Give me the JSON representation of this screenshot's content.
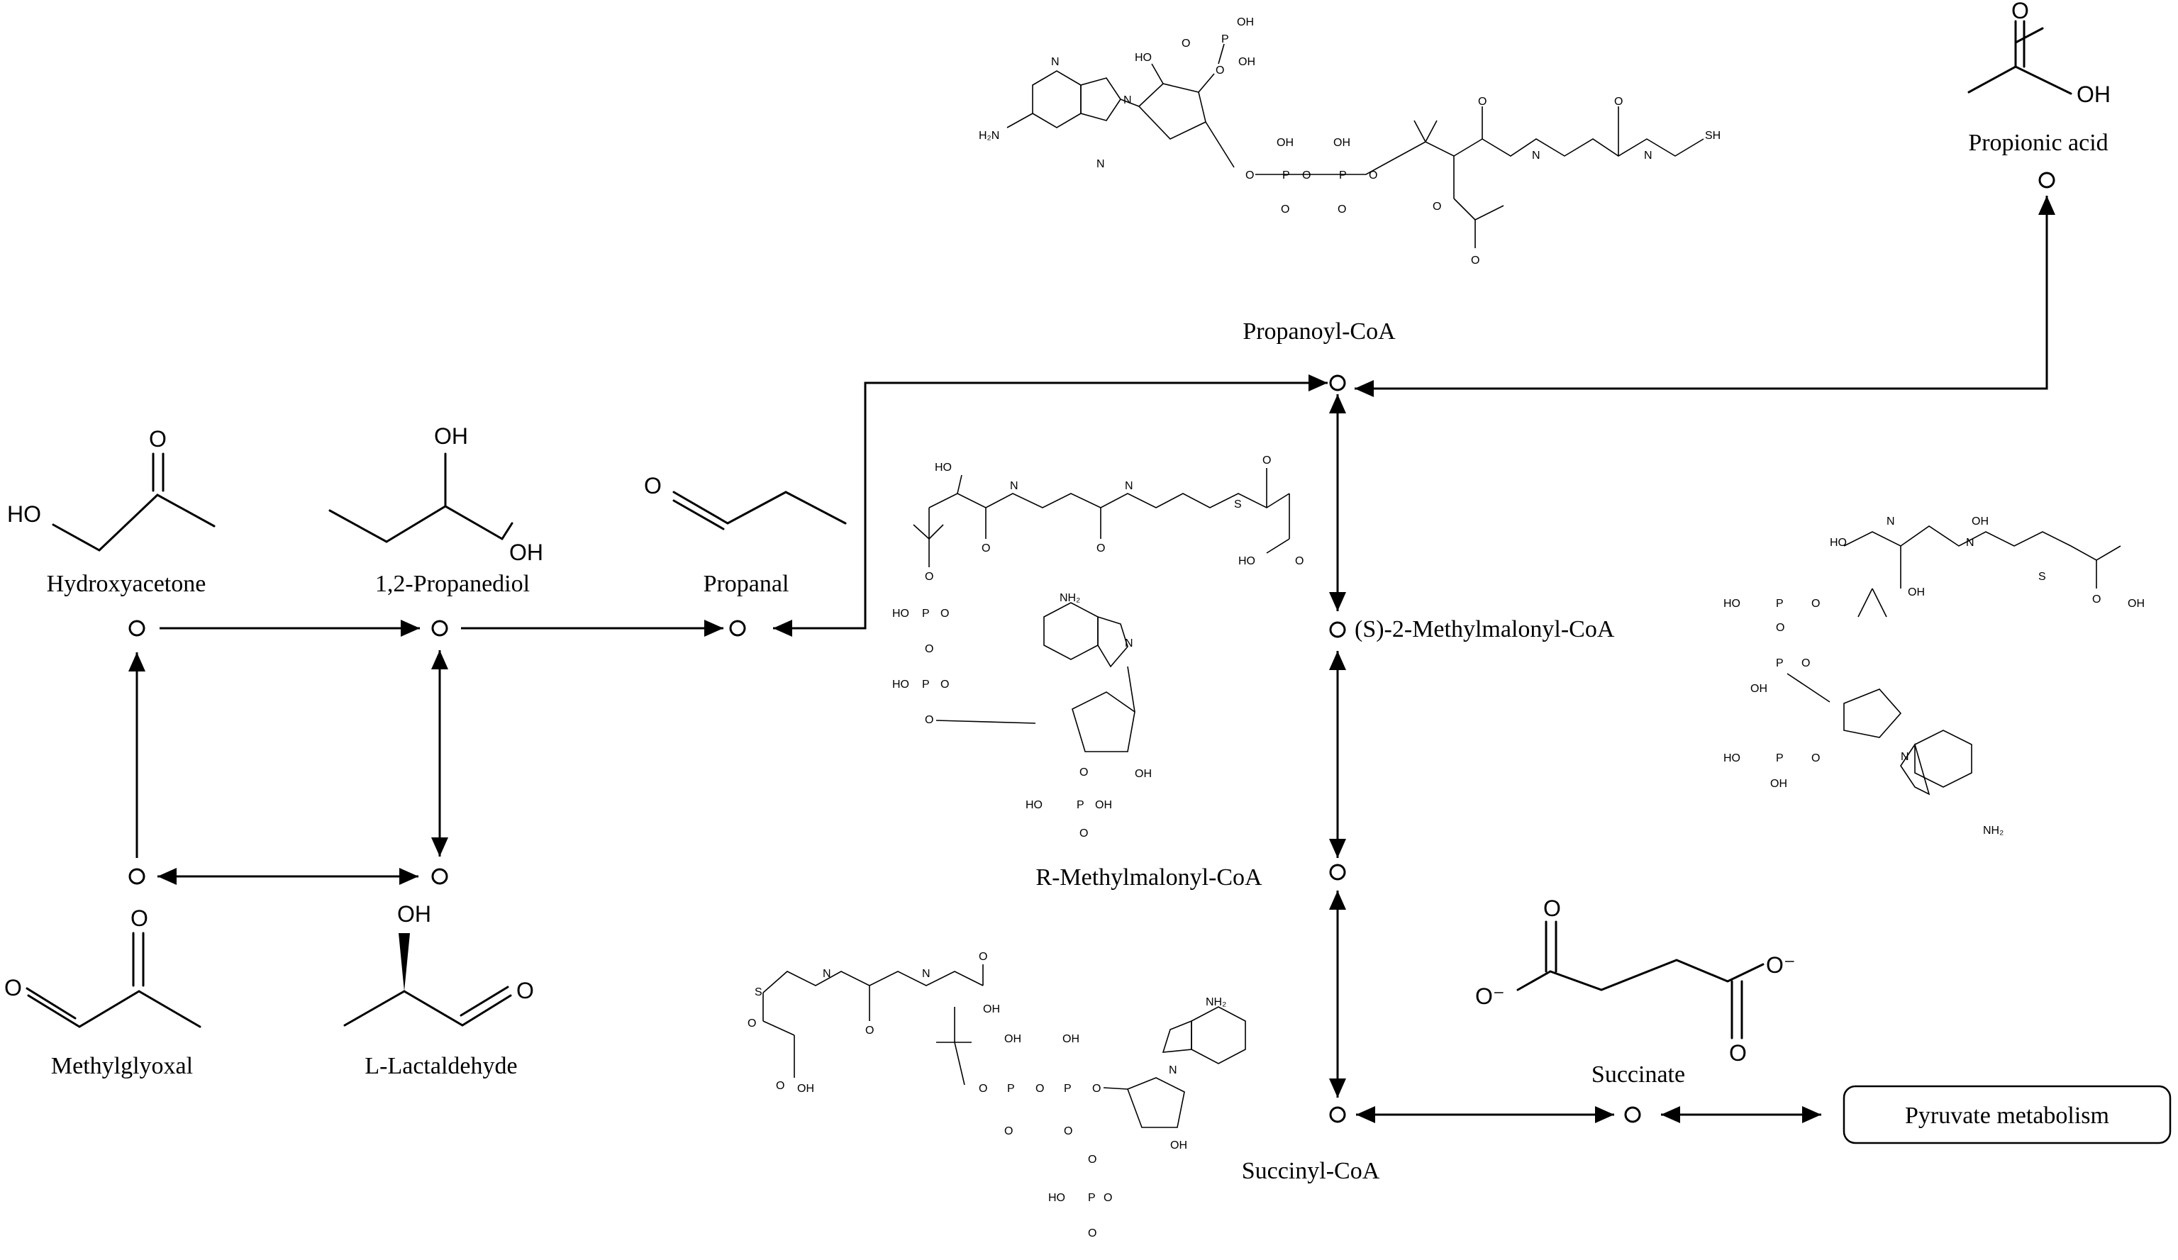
{
  "compounds": {
    "hydroxyacetone": "Hydroxyacetone",
    "propanediol": "1,2-Propanediol",
    "propanal": "Propanal",
    "methylglyoxal": "Methylglyoxal",
    "lactaldehyde": "L-Lactaldehyde",
    "propanoyl_coa": "Propanoyl-CoA",
    "propionic_acid": "Propionic acid",
    "s_methylmalonyl_coa": "(S)-2-Methylmalonyl-CoA",
    "r_methylmalonyl_coa": "R-Methylmalonyl-CoA",
    "succinyl_coa": "Succinyl-CoA",
    "succinate": "Succinate"
  },
  "pathway_box": "Pyruvate metabolism",
  "atoms": {
    "O": "O",
    "OH": "OH",
    "HO": "HO",
    "NH2": "NH₂",
    "H2N": "H₂N",
    "N": "N",
    "S": "S",
    "P": "P",
    "SH": "SH",
    "O_minus": "O⁻"
  }
}
